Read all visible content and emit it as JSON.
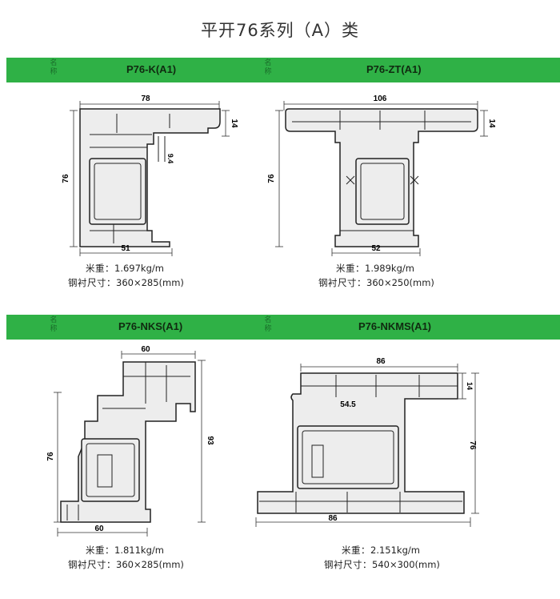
{
  "title": "平开76系列（A）类",
  "ming_label": "名称",
  "spec_labels": {
    "weight": "米重：",
    "liner": "钢衬尺寸："
  },
  "colors": {
    "band": "#2fb146",
    "ming": "#1a6d2a"
  },
  "profiles": [
    {
      "code": "P76-K(A1)",
      "weight": "1.697kg/m",
      "liner": "360×285(mm)",
      "dims": {
        "top": "78",
        "bottom": "51",
        "height": "76",
        "flange": "14",
        "inner": "9.4"
      }
    },
    {
      "code": "P76-ZT(A1)",
      "weight": "1.989kg/m",
      "liner": "360×250(mm)",
      "dims": {
        "top": "106",
        "bottom": "52",
        "height": "76",
        "flange": "14"
      }
    },
    {
      "code": "P76-NKS(A1)",
      "weight": "1.811kg/m",
      "liner": "360×285(mm)",
      "dims": {
        "top": "60",
        "bottom": "60",
        "height": "76",
        "right": "93"
      }
    },
    {
      "code": "P76-NKMS(A1)",
      "weight": "2.151kg/m",
      "liner": "540×300(mm)",
      "dims": {
        "top": "86",
        "bottom": "86",
        "height": "76",
        "flange": "14",
        "inner": "54.5"
      }
    }
  ]
}
